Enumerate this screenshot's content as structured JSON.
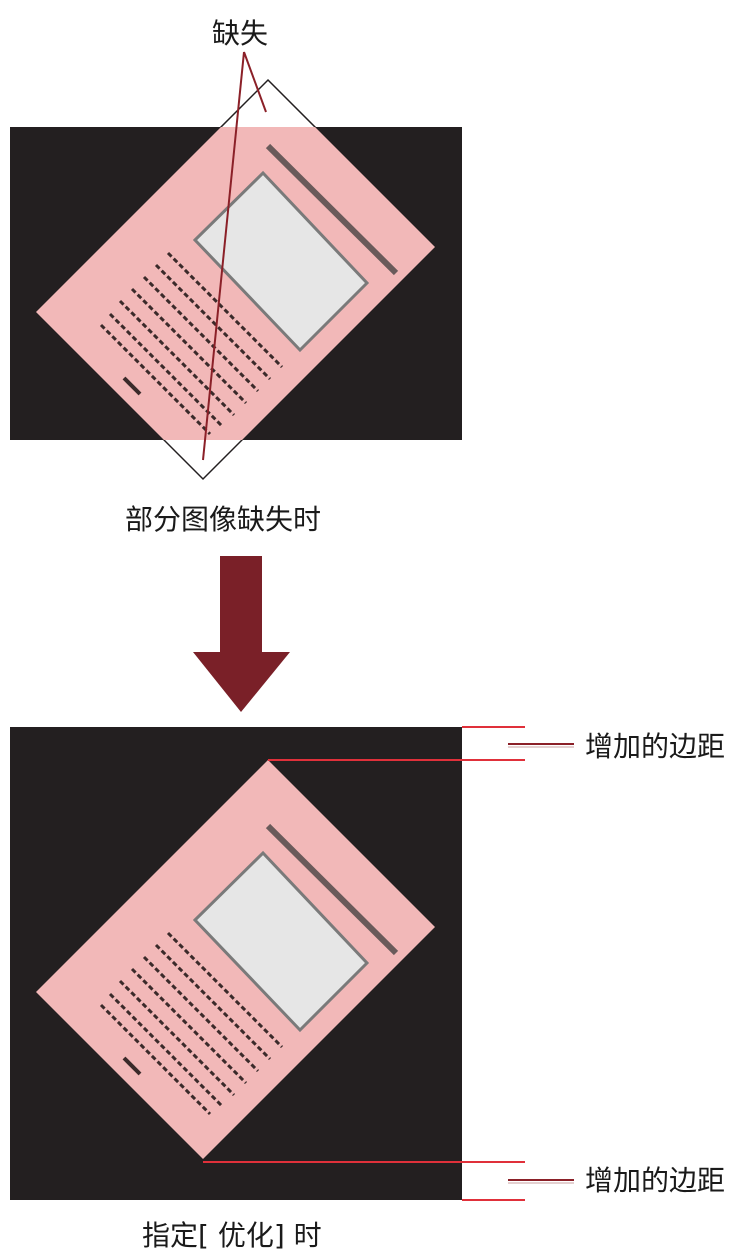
{
  "labels": {
    "missing": "缺失",
    "top_caption": "部分图像缺失时",
    "added_margin_top": "增加的边距",
    "added_margin_bottom": "增加的边距",
    "bottom_caption": "指定[ 优化] 时"
  },
  "colors": {
    "background_black": "#231f20",
    "document_pink": "#f2b8b8",
    "picture_gray": "#e6e6e6",
    "picture_border": "#7a7a7a",
    "text_line": "#3b2a2a",
    "arrow": "#7a2028",
    "callout_red": "#e0303a",
    "callout_dark": "#8b2028"
  },
  "icons": {
    "down_arrow": "down-arrow-icon"
  }
}
